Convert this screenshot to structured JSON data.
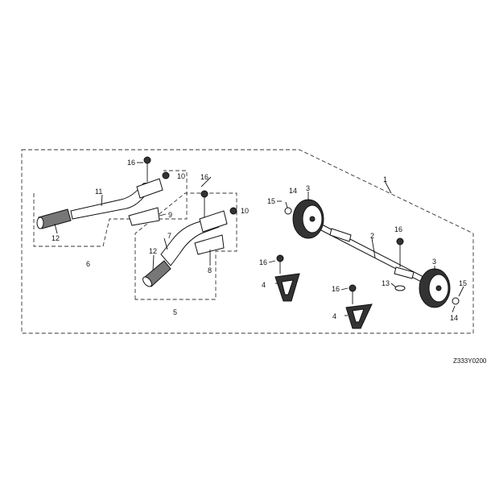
{
  "diagram_code": "Z333Y0200",
  "callouts": {
    "c1": "1",
    "c2": "2",
    "c3a": "3",
    "c3b": "3",
    "c4a": "4",
    "c4b": "4",
    "c5": "5",
    "c6": "6",
    "c7": "7",
    "c8": "8",
    "c9": "9",
    "c10a": "10",
    "c10b": "10",
    "c11": "11",
    "c12a": "12",
    "c12b": "12",
    "c13": "13",
    "c14a": "14",
    "c14b": "14",
    "c15a": "15",
    "c15b": "15",
    "c16a": "16",
    "c16b": "16",
    "c16c": "16",
    "c16d": "16",
    "c16e": "16"
  },
  "colors": {
    "line": "#111111",
    "shade": "#777777",
    "dark": "#333333",
    "background": "#ffffff"
  }
}
